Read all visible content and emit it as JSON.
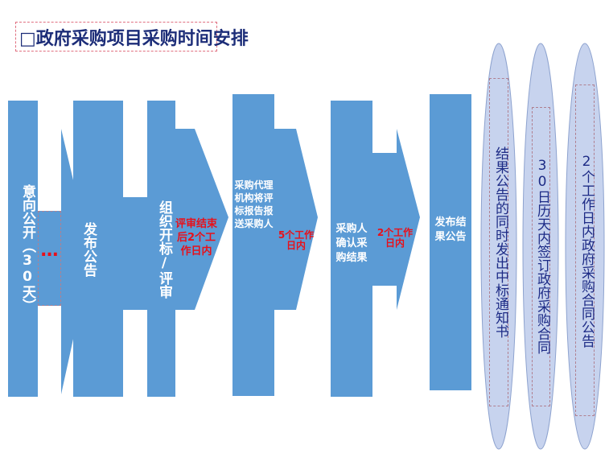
{
  "title": "□政府采购项目采购时间安排",
  "steps": {
    "s1": "意向公开（30天）",
    "s1_dots": "…",
    "s2": "发布公告",
    "s3": "组织开标/评审",
    "s3_gap": "评审结束后2个工作日内",
    "s4": "采购代理机构将评标报告报送采购人",
    "s4_gap": "5个工作日内",
    "s5": "采购人确认采购结果",
    "s5_gap": "2个工作日内",
    "s6": "发布结果公告"
  },
  "ovals": {
    "o1": "结果公告的同时发出中标通知书",
    "o2": "30日历天内签订政府采购合同",
    "o3": "2个工作日内政府采购合同公告"
  },
  "colors": {
    "blue": "#5b9bd5",
    "oval_fill": "#c7d3ee",
    "title": "#1c2d78",
    "red": "#e8101a",
    "oval_text": "#1d2b86"
  }
}
